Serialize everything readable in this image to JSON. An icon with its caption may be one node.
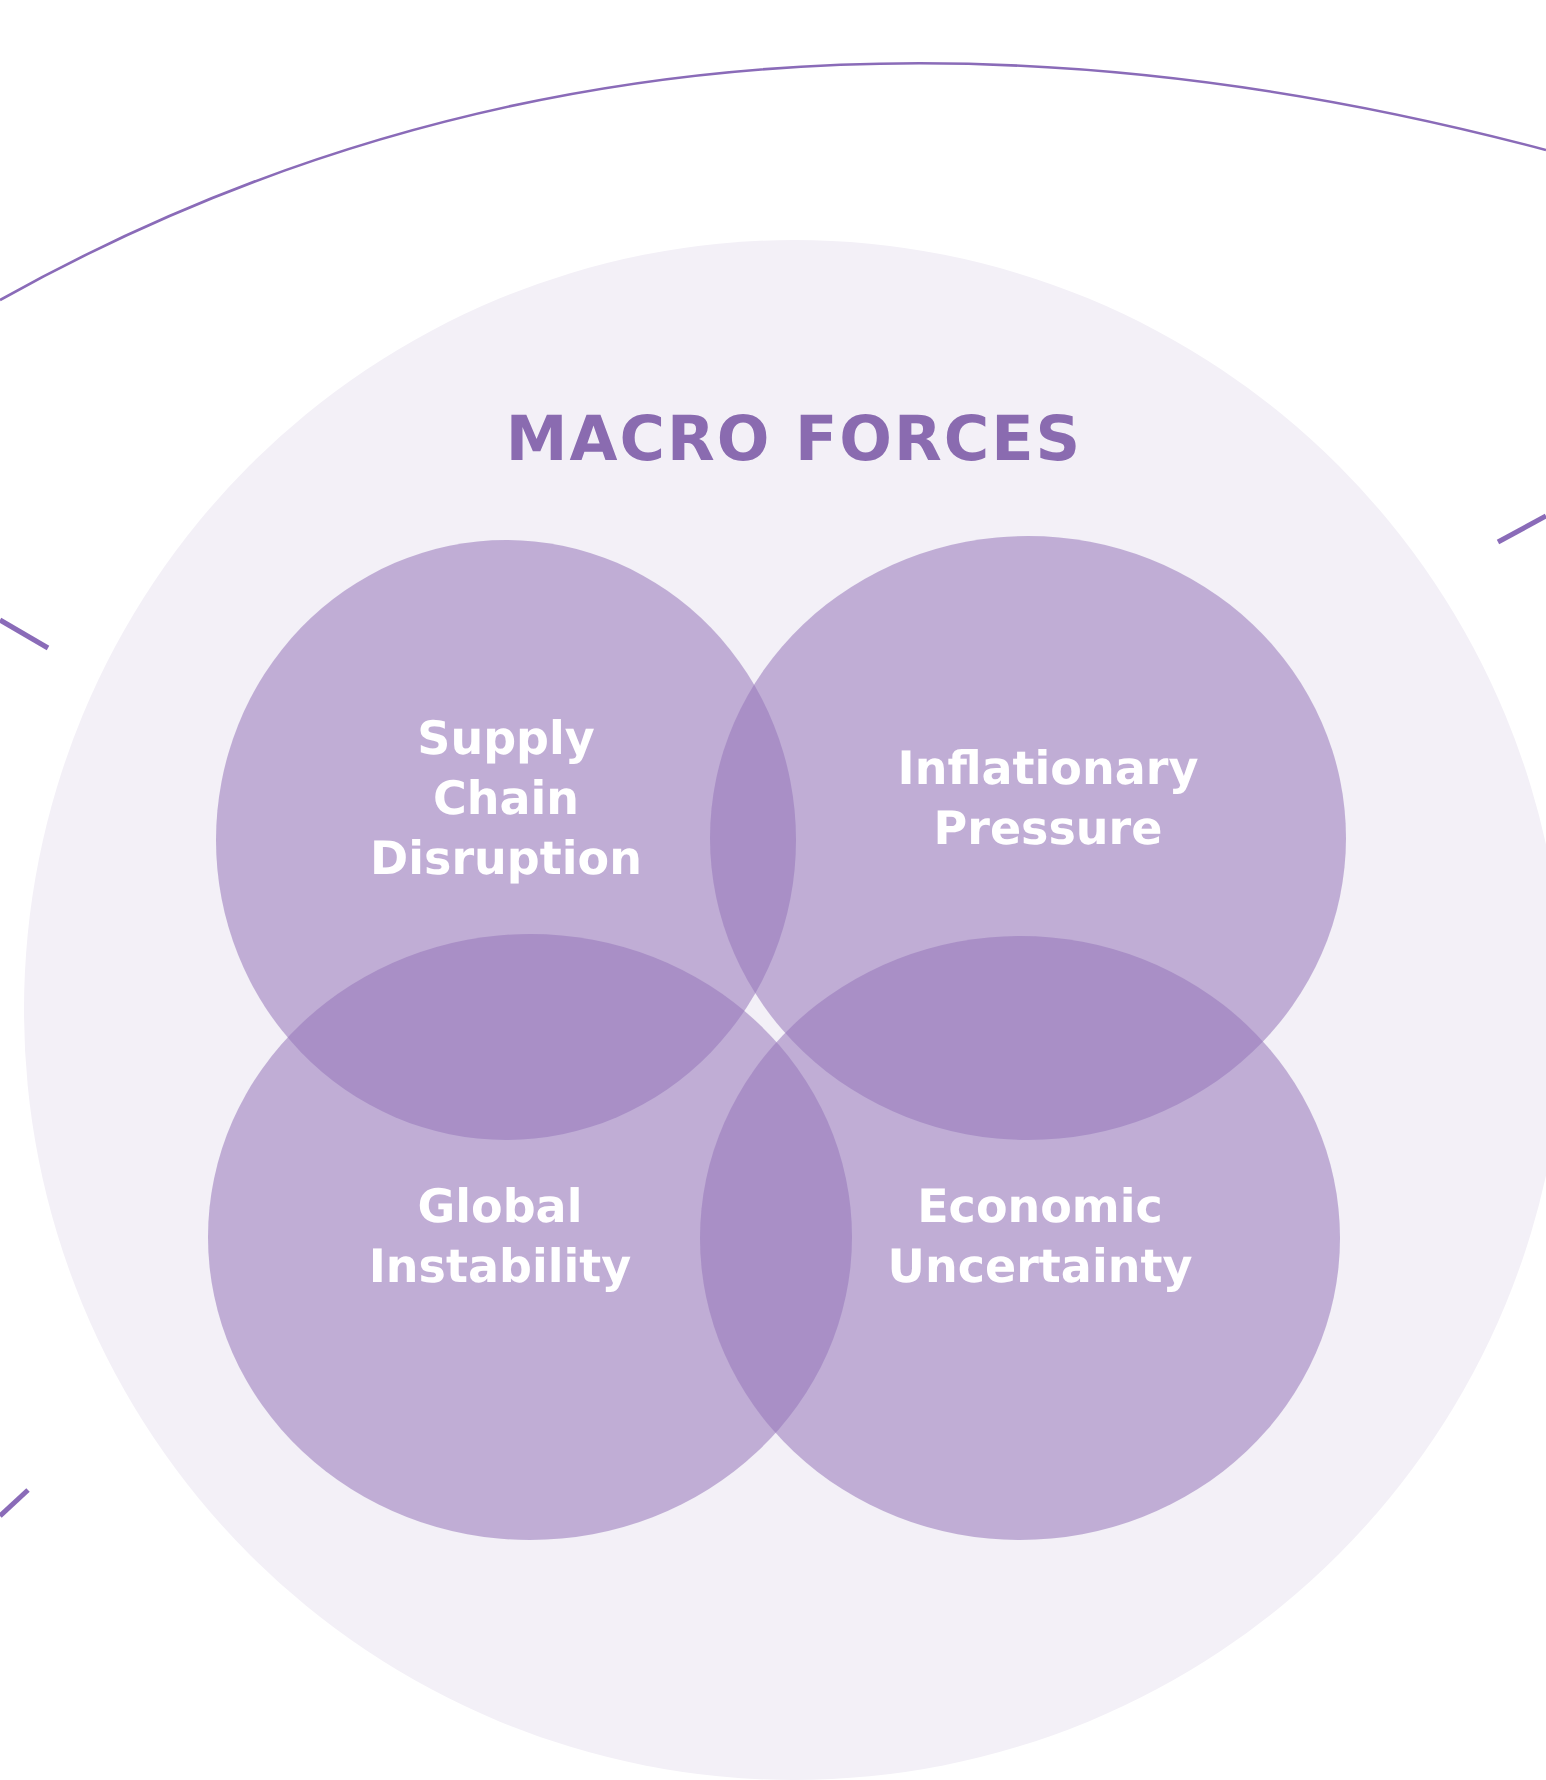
{
  "diagram": {
    "nodes": [
      {
        "text": [
          "MACRO FORCES"
        ]
      },
      {
        "text": [
          "Supply Chain Disruption"
        ],
        "in": 0
      },
      {
        "text": [
          "Inflationary Pressure"
        ],
        "in": 0
      },
      {
        "text": [
          "Global Instability"
        ],
        "in": 0
      },
      {
        "text": [
          "Economic Uncertainty"
        ],
        "in": 0
      }
    ]
  }
}
